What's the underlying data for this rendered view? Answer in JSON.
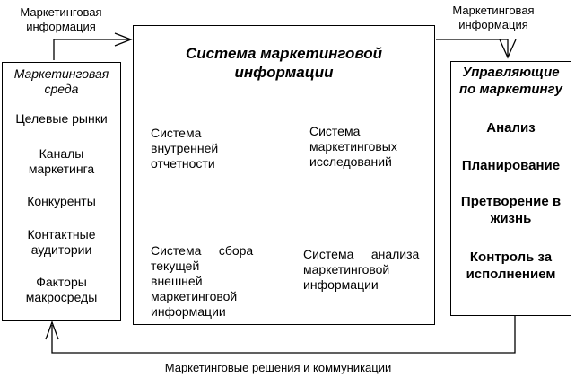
{
  "labels": {
    "info_in": [
      "Маркетинговая",
      "информация"
    ],
    "info_out": [
      "Маркетинговая",
      "информация"
    ],
    "decisions": "Маркетинговые решения и коммуникации"
  },
  "environment": {
    "title": [
      "Маркетинговая",
      "среда"
    ],
    "items": [
      [
        "Целевые рынки"
      ],
      [
        "Каналы",
        "маркетинга"
      ],
      [
        "Конкуренты"
      ],
      [
        "Контактные",
        "аудитории"
      ],
      [
        "Факторы",
        "макросреды"
      ]
    ]
  },
  "system": {
    "title": [
      "Система маркетинговой",
      "информации"
    ],
    "internal": [
      "Система",
      "внутренней",
      "отчетности"
    ],
    "research": [
      "Система",
      "маркетинговых",
      "исследований"
    ],
    "intelligence": [
      "Система     сбора",
      "текущей",
      "внешней",
      "маркетинговой",
      "информации"
    ],
    "analysis": [
      "Система     анализа",
      "маркетинговой",
      "информации"
    ]
  },
  "managers": {
    "title": [
      "Управляющие",
      "по маркетингу"
    ],
    "items": [
      [
        "Анализ"
      ],
      [
        "Планирование"
      ],
      [
        "Претворение в",
        "жизнь"
      ],
      [
        "Контроль за",
        "исполнением"
      ]
    ]
  }
}
